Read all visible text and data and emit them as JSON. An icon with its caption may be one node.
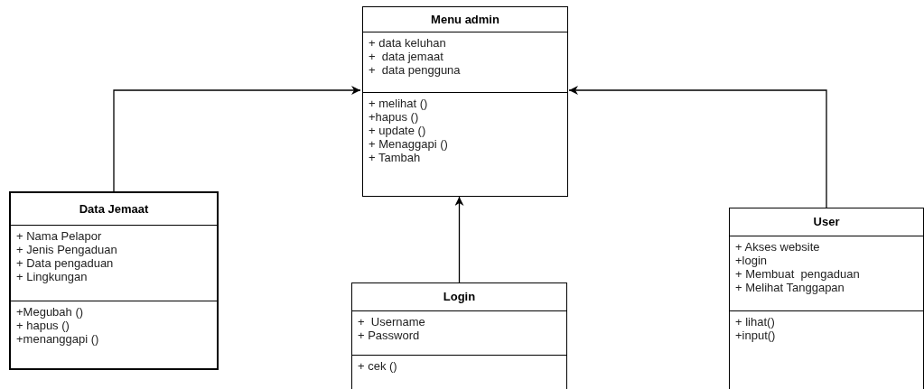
{
  "diagram": {
    "nodes": [
      {
        "text": [
          "Menu admin"
        ]
      },
      {
        "text": [
          "+ data keluhan",
          "+  data jemaat",
          "+  data pengguna"
        ],
        "in": 0
      },
      {
        "text": [
          "+ melihat ()",
          "+hapus ()",
          "+ update ()",
          "+ Menaggapi ()",
          "+ Tambah"
        ],
        "in": 0
      },
      {
        "text": [
          "Data Jemaat"
        ]
      },
      {
        "text": [
          "+ Nama Pelapor",
          "+ Jenis Pengaduan",
          "+ Data pengaduan",
          "+ Lingkungan"
        ],
        "in": 3
      },
      {
        "text": [
          "+Megubah ()",
          "+ hapus ()",
          "+menanggapi ()"
        ],
        "in": 3
      },
      {
        "text": [
          "Login"
        ]
      },
      {
        "text": [
          "+  Username",
          "+ Password"
        ],
        "in": 6
      },
      {
        "text": [
          "+ cek ()"
        ],
        "in": 6
      },
      {
        "text": [
          "User"
        ]
      },
      {
        "text": [
          "+ Akses website",
          "+login",
          "+ Membuat  pengaduan",
          "+ Melihat Tanggapan"
        ],
        "in": 9
      },
      {
        "text": [
          "+ lihat()",
          "+input()"
        ],
        "in": 9
      }
    ],
    "edges": [
      {
        "from": 3,
        "to": 0,
        "arrow": "to"
      },
      {
        "from": 6,
        "to": 0,
        "arrow": "to"
      },
      {
        "from": 9,
        "to": 0,
        "arrow": "to"
      }
    ]
  }
}
